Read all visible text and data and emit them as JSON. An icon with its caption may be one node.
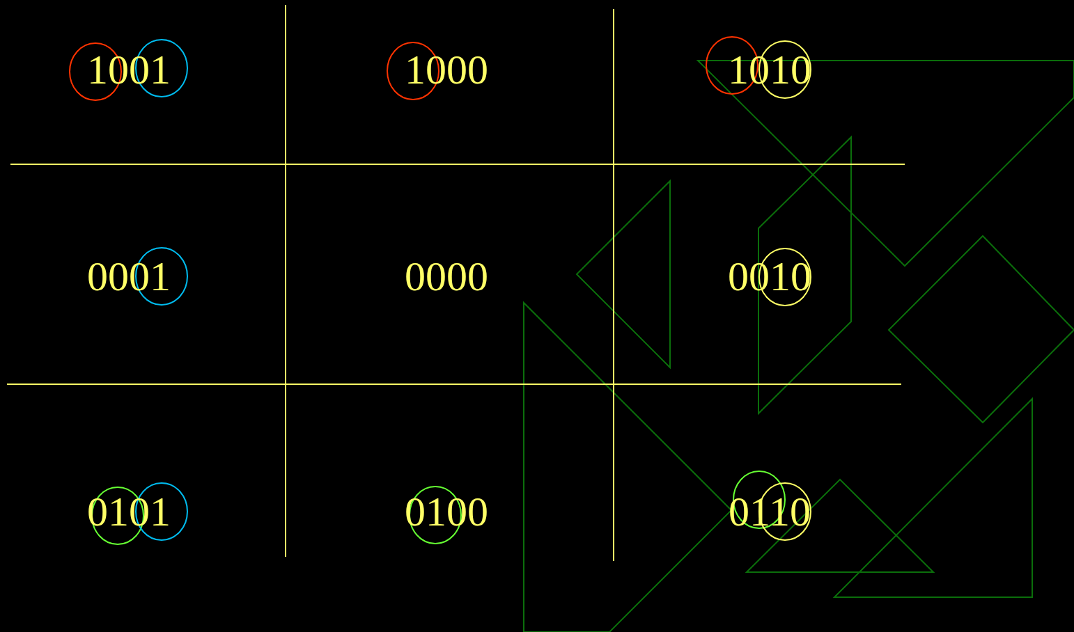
{
  "diagram": {
    "labels": [
      "1001",
      "1000",
      "1010",
      "0001",
      "0000",
      "0010",
      "0101",
      "0100",
      "0110"
    ]
  }
}
